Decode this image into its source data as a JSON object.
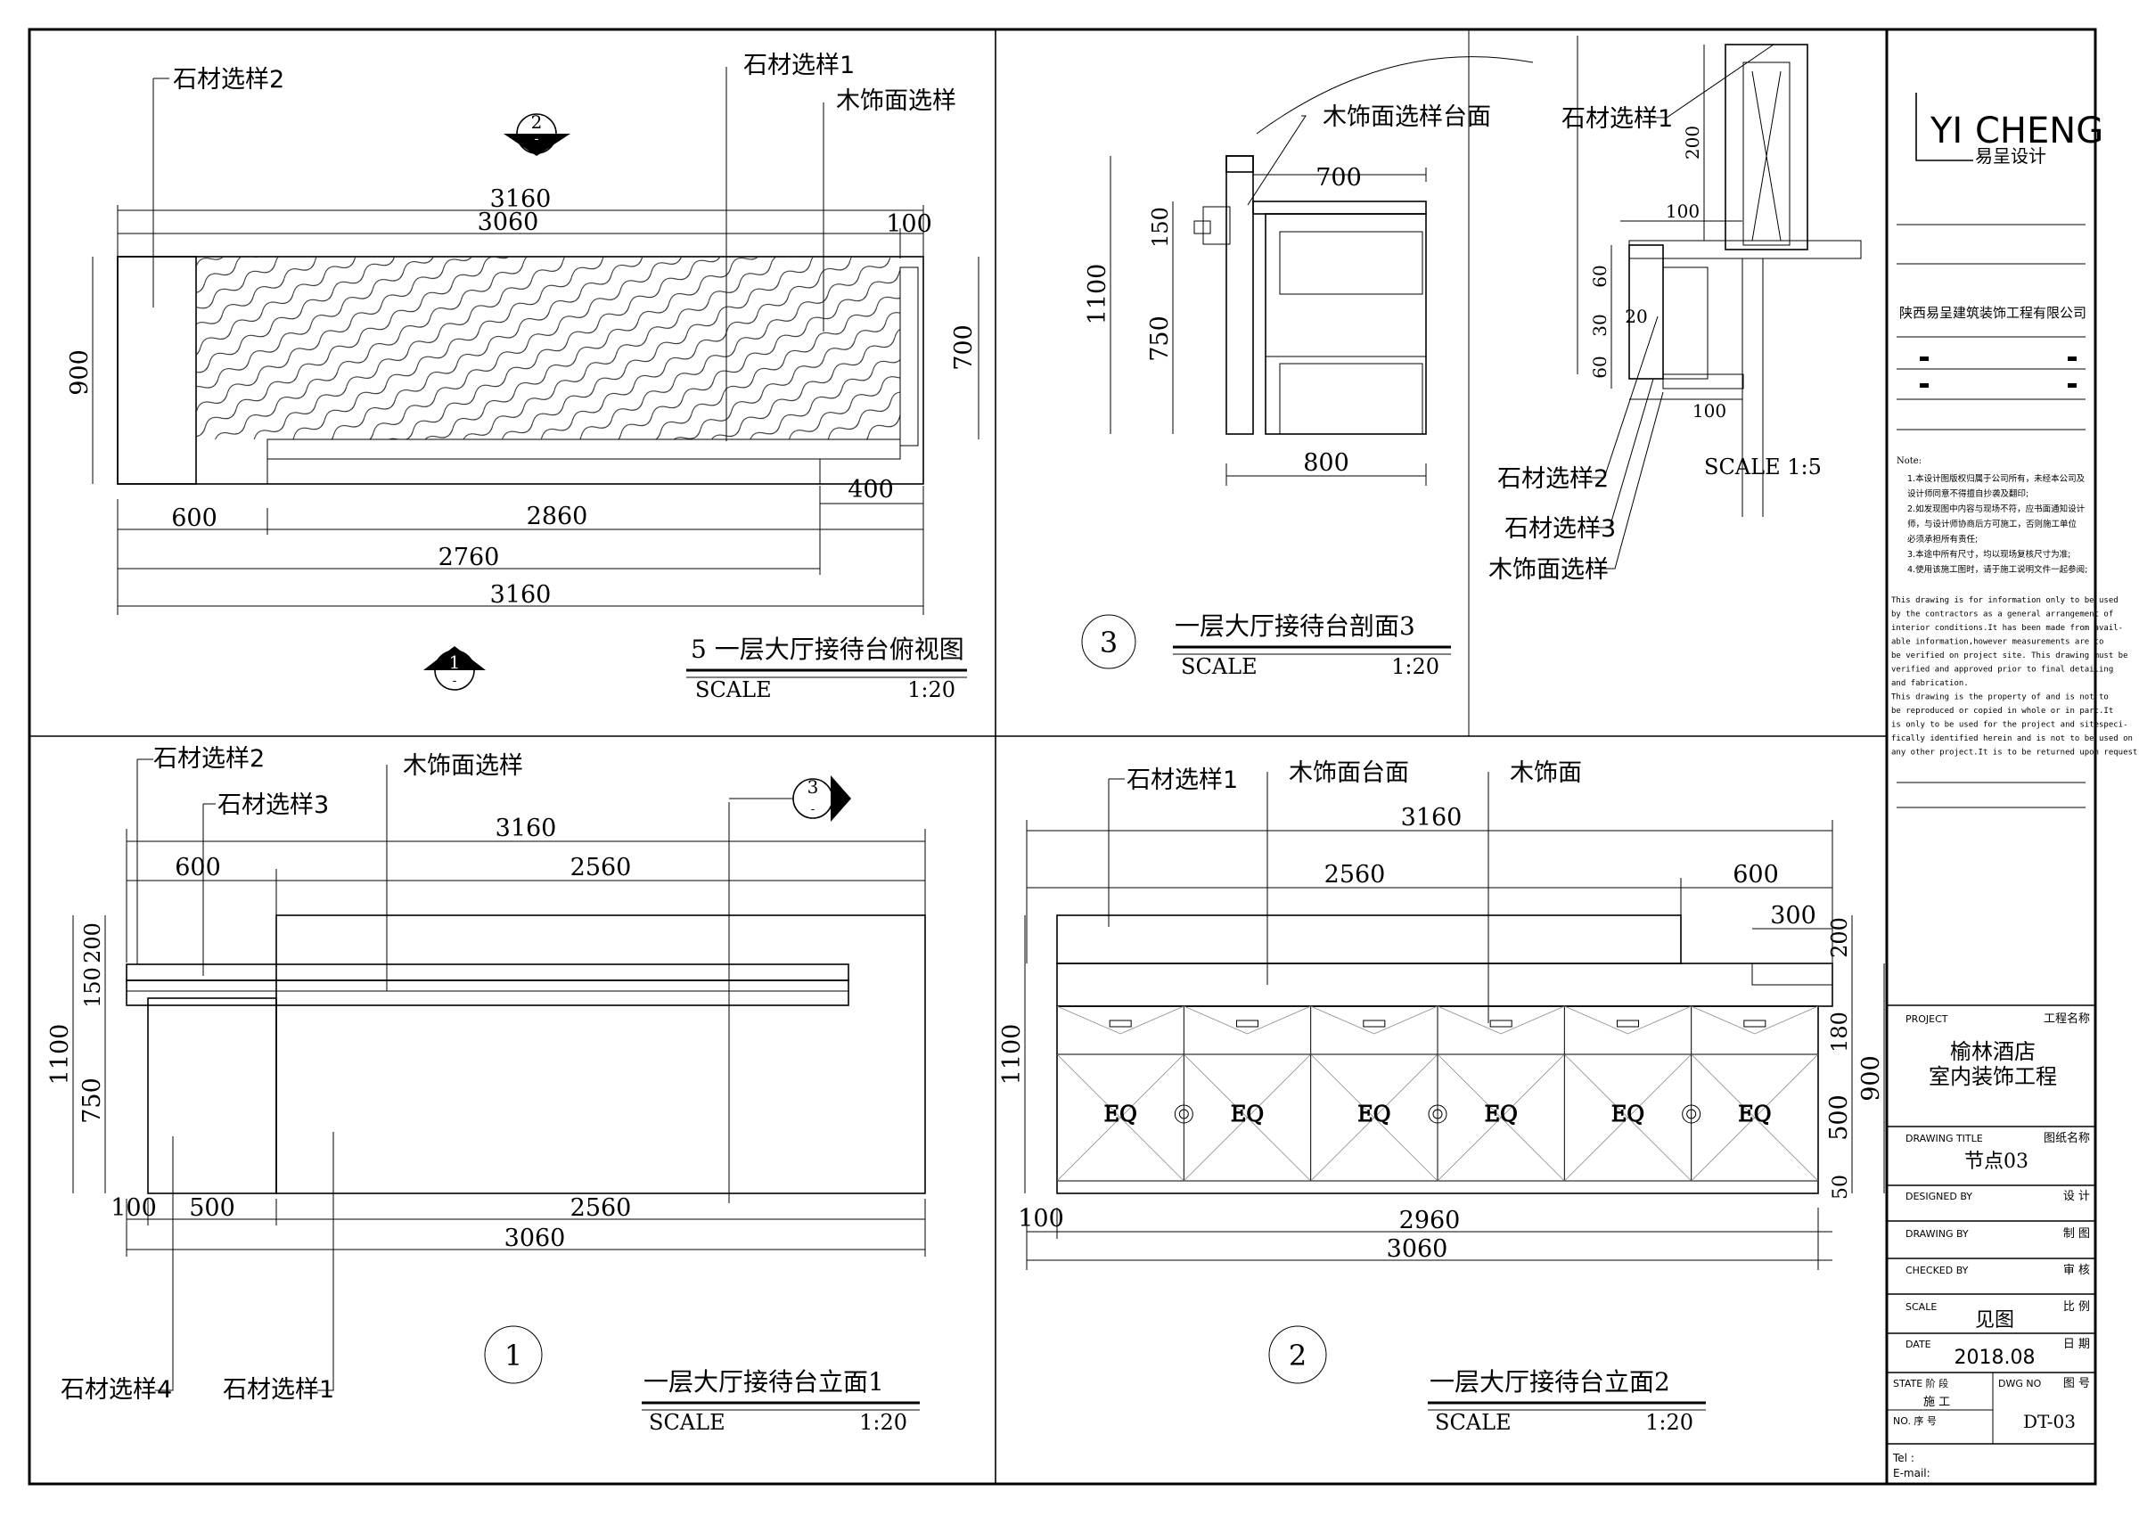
{
  "brand": {
    "logo_left": "YI",
    "logo_right": "CHENG",
    "logo_sub": "易呈设计",
    "company": "陕西易呈建筑装饰工程有限公司"
  },
  "notes": {
    "cn_title": "Note:",
    "cn": [
      "1.本设计图版权归属于公司所有，未经本公司及",
      "设计师同意不得擅自抄袭及翻印;",
      "2.如发现图中内容与现场不符，应书面通知设计",
      "师，与设计师协商后方可施工，否则施工单位",
      "必须承担所有责任;",
      "3.本途中所有尺寸，均以现场复核尺寸为准;",
      "4.使用该施工图时，请于施工说明文件一起参阅;"
    ],
    "en": [
      "This drawing is for information only to be used",
      "by the contractors as a general arrangement of",
      "interior conditions.It has been made from avail-",
      "able  information,however measurements are to",
      "be verified on project site. This drawing must be",
      "verified and approved prior to final detailing",
      "and fabrication.",
      "  This drawing is the property of and is not to",
      "be reproduced or copied in whole or in part.It",
      "is only to be used for the project  and sitespeci-",
      "fically  identified herein and is not to be used on",
      "any other project.It is to be returned upon request."
    ]
  },
  "titleblock": {
    "project_en": "PROJECT",
    "project_cn": "工程名称",
    "project_line1": "榆林酒店",
    "project_line2": "室内装饰工程",
    "dtitle_en": "DRAWING TITLE",
    "dtitle_cn": "图纸名称",
    "dtitle": "节点03",
    "designed_en": "DESIGNED  BY",
    "designed_cn": "设    计",
    "drawing_en": "DRAWING  BY",
    "drawing_cn": "制    图",
    "checked_en": "CHECKED  BY",
    "checked_cn": "审    核",
    "scale_en": "SCALE",
    "scale_cn": "比    例",
    "scale_val": "见图",
    "date_en": "DATE",
    "date_cn": "日    期",
    "date_val": "2018.08",
    "state_en": "STATE 阶    段",
    "state_val": "施    工",
    "dwgno_en": "DWG NO",
    "dwgno_cn": "图    号",
    "no_en": "NO.  序    号",
    "dwgno_val": "DT-03",
    "tel": "Tel :",
    "email": "E-mail:"
  },
  "view5": {
    "title": "5  一层大厅接待台俯视图",
    "scale_label": "SCALE",
    "scale": "1:20",
    "labels": {
      "stone2": "石材选样2",
      "stone1": "石材选样1",
      "wood": "木饰面选样"
    },
    "dims": {
      "top1": "3160",
      "top2": "3060",
      "top3": "100",
      "left": "900",
      "right": "700",
      "b_600": "600",
      "b_2860": "2860",
      "b_400": "400",
      "b_2760": "2760",
      "b_3160": "3160"
    },
    "markers": {
      "m2_num": "2",
      "m2_sub": "-",
      "m1_num": "1",
      "m1_sub": "-"
    }
  },
  "view3": {
    "num": "3",
    "title": "一层大厅接待台剖面3",
    "scale_label": "SCALE",
    "scale": "1:20",
    "labels": {
      "wood_top": "木饰面选样台面"
    },
    "dims": {
      "d700": "700",
      "d1100": "1100",
      "d150": "150",
      "d750": "750",
      "d800": "800"
    }
  },
  "detail": {
    "scale": "SCALE  1:5",
    "labels": {
      "stone1": "石材选样1",
      "stone2": "石材选样2",
      "stone3": "石材选样3",
      "wood": "木饰面选样"
    },
    "dims": {
      "d200": "200",
      "d100a": "100",
      "d60a": "60",
      "d30": "30",
      "d20": "20",
      "d60b": "60",
      "d100b": "100"
    }
  },
  "view1": {
    "num": "1",
    "title": "一层大厅接待台立面1",
    "scale_label": "SCALE",
    "scale": "1:20",
    "labels": {
      "stone2": "石材选样2",
      "stone3": "石材选样3",
      "wood": "木饰面选样",
      "stone4": "石材选样4",
      "stone1": "石材选样1"
    },
    "dims": {
      "t3160": "3160",
      "t600": "600",
      "t2560": "2560",
      "l200": "200",
      "l150": "150",
      "l1100": "1100",
      "l750": "750",
      "b100": "100",
      "b500": "500",
      "b2560": "2560",
      "b3060": "3060"
    },
    "marker": {
      "num": "3",
      "sub": "-"
    }
  },
  "view2": {
    "num": "2",
    "title": "一层大厅接待台立面2",
    "scale_label": "SCALE",
    "scale": "1:20",
    "labels": {
      "stone1": "石材选样1",
      "wood_top": "木饰面台面",
      "wood": "木饰面"
    },
    "dims": {
      "t3160": "3160",
      "t2560": "2560",
      "t600": "600",
      "t300": "300",
      "r200": "200",
      "r180": "180",
      "r900": "900",
      "r500": "500",
      "r50": "50",
      "l1100": "1100",
      "b100": "100",
      "b2960": "2960",
      "b3060": "3060"
    },
    "eq": "EQ"
  }
}
